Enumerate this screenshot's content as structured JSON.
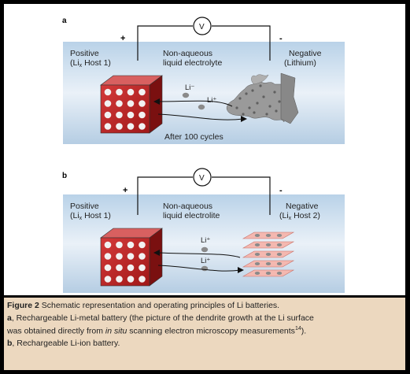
{
  "panel_a": {
    "letter": "a",
    "voltmeter": "V",
    "plus": "+",
    "minus": "-",
    "positive_title": "Positive",
    "positive_sub_pre": "(Li",
    "positive_sub_x": "x",
    "positive_sub_post": " Host 1)",
    "electrolyte_1": "Non-aqueous",
    "electrolyte_2": "liquid electrolyte",
    "negative_title": "Negative",
    "negative_sub": "(Lithium)",
    "ion_top": "Li⁻",
    "ion_bottom": "Li⁺",
    "cycles_note": "After 100 cycles"
  },
  "panel_b": {
    "letter": "b",
    "voltmeter": "V",
    "plus": "+",
    "minus": "-",
    "positive_title": "Positive",
    "positive_sub_pre": "(Li",
    "positive_sub_x": "x",
    "positive_sub_post": " Host 1)",
    "electrolyte_1": "Non-aqueous",
    "electrolyte_2": "liquid electrolite",
    "negative_title": "Negative",
    "negative_sub_pre": "(Li",
    "negative_sub_x": "x",
    "negative_sub_post": " Host 2)",
    "ion_top": "Li⁺",
    "ion_bottom": "Li⁺"
  },
  "caption": {
    "line1_bold": "Figure 2",
    "line1_text": " Schematic representation and operating principles of Li batteries.",
    "line2_bold": "a",
    "line2_text": ", Rechargeable Li-metal battery (the picture of the dendrite growth at the Li surface",
    "line3_pre": "was obtained directly from ",
    "line3_italic": "in situ",
    "line3_post": " scanning electron microscopy measurements",
    "line3_sup": "14",
    "line3_end": ").",
    "line4_bold": "b",
    "line4_text": ", Rechargeable Li-ion battery."
  }
}
